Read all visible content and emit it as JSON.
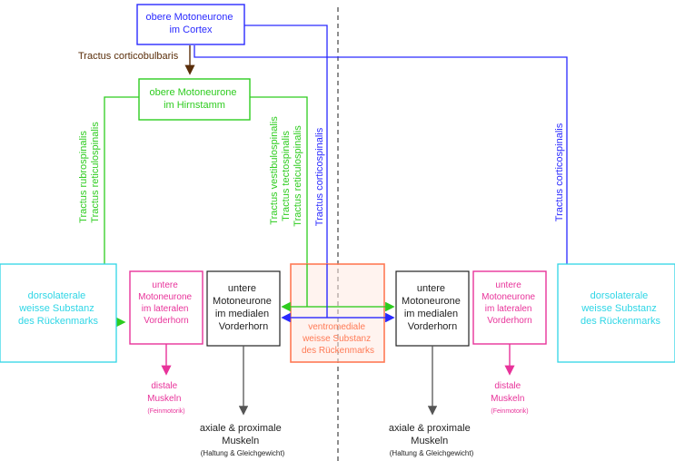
{
  "colors": {
    "blue": "#2a2aff",
    "green": "#2ecc1f",
    "brown": "#5a2e0a",
    "magenta": "#e8339a",
    "cyan": "#2fd6e6",
    "orange": "#ff7a55",
    "dark": "#222222",
    "gray": "#555555"
  },
  "boxes": {
    "cortex": [
      "obere Motoneurone",
      "im Cortex"
    ],
    "brainstem": [
      "obere Motoneurone",
      "im Hirnstamm"
    ],
    "dorsolateral_left": [
      "dorsolaterale",
      "weisse Substanz",
      "des Rückenmarks"
    ],
    "dorsolateral_right": [
      "dorsolaterale",
      "weisse Substanz",
      "des Rückenmarks"
    ],
    "lateral_left": [
      "untere",
      "Motoneurone",
      "im lateralen",
      "Vorderhorn"
    ],
    "lateral_right": [
      "untere",
      "Motoneurone",
      "im lateralen",
      "Vorderhorn"
    ],
    "medial_left": [
      "untere",
      "Motoneurone",
      "im medialen",
      "Vorderhorn"
    ],
    "medial_right": [
      "untere",
      "Motoneurone",
      "im medialen",
      "Vorderhorn"
    ],
    "ventromedial": [
      "ventromediale",
      "weisse Substanz",
      "des Rückenmarks"
    ]
  },
  "tracts": {
    "corticobulbaris": "Tractus corticobulbaris",
    "rubrospinalis": "Tractus rubrospinalis",
    "reticulospinalis": "Tractus reticulospinalis",
    "vestibulospinalis": "Tractus vestibulospinalis",
    "tectospinalis": "Tractus tectospinalis",
    "reticulospinalis_medial": "Tractus reticulospinalis",
    "corticospinalis_center": "Tractus corticospinalis",
    "corticospinalis_right": "Tractus corticospinalis"
  },
  "targets": {
    "distal_left": [
      "distale",
      "Muskeln",
      "(Feinmotorik)"
    ],
    "distal_right": [
      "distale",
      "Muskeln",
      "(Feinmotorik)"
    ],
    "axial_left": [
      "axiale & proximale",
      "Muskeln",
      "(Haltung & Gleichgewicht)"
    ],
    "axial_right": [
      "axiale & proximale",
      "Muskeln",
      "(Haltung & Gleichgewicht)"
    ]
  }
}
